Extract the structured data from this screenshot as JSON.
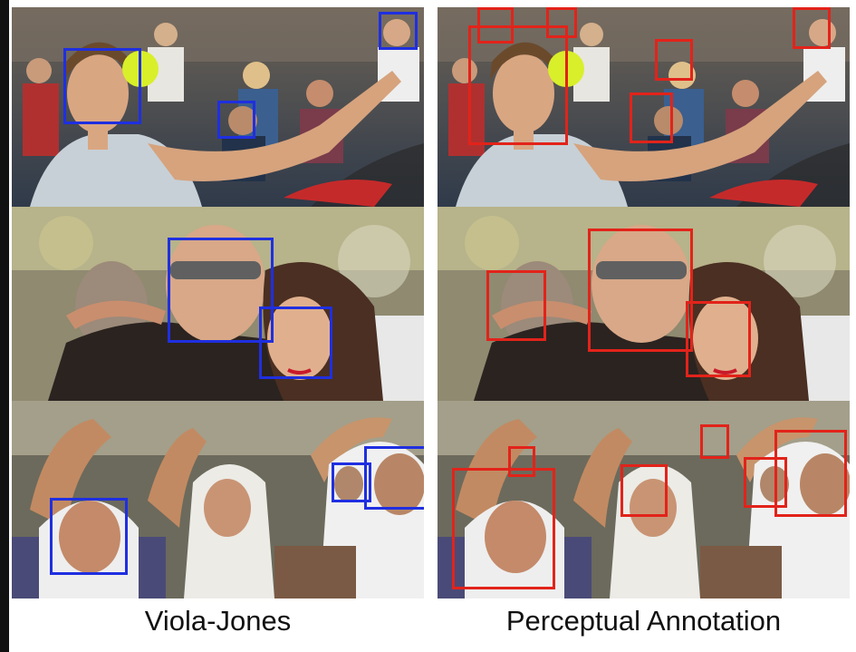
{
  "captions": {
    "left": "Viola-Jones",
    "right": "Perceptual Annotation"
  },
  "colors": {
    "viola_jones_box": "#1f2fe0",
    "perceptual_box": "#e2231a",
    "background": "#111111",
    "slide": "#ffffff"
  },
  "rows": [
    {
      "scene": "tennis player swinging racket with spectators behind",
      "viola_jones_faces": 3,
      "perceptual_faces": 6
    },
    {
      "scene": "bald man with sunglasses and woman posing in crowd",
      "viola_jones_faces": 2,
      "perceptual_faces": 3
    },
    {
      "scene": "crowd of women in headscarves raising hands",
      "viola_jones_faces": 3,
      "perceptual_faces": 6
    }
  ]
}
